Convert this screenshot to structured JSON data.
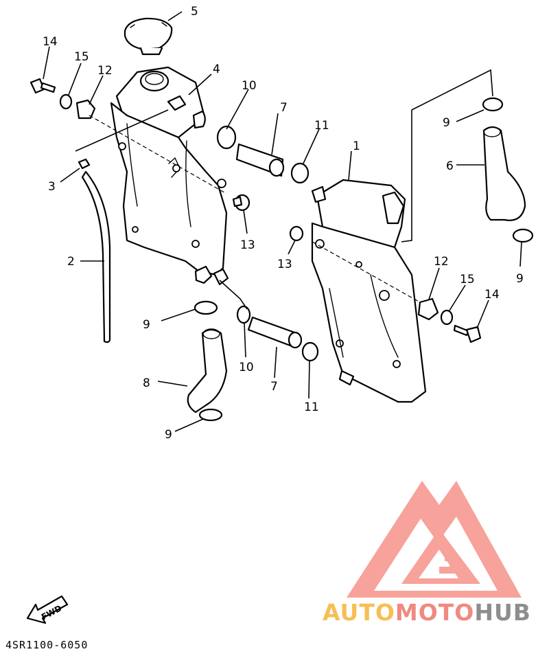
{
  "diagram": {
    "code": "4SR1100-6050",
    "fwd_label": "FWD",
    "callouts": {
      "c1": "1",
      "c2": "2",
      "c3": "3",
      "c4": "4",
      "c5": "5",
      "c6": "6",
      "c7a": "7",
      "c7b": "7",
      "c8": "8",
      "c9a": "9",
      "c9b": "9",
      "c9c": "9",
      "c9d": "9",
      "c10a": "10",
      "c10b": "10",
      "c11a": "11",
      "c11b": "11",
      "c12a": "12",
      "c12b": "12",
      "c13a": "13",
      "c13b": "13",
      "c14a": "14",
      "c14b": "14",
      "c15a": "15",
      "c15b": "15"
    }
  },
  "watermark": {
    "part1": "AUTO",
    "part2": "MOTO",
    "part3": "HUB",
    "colors": {
      "auto": "#f6bf55",
      "moto": "#f08a80",
      "hub": "#8e8e8e",
      "logo": "#f7a29a"
    }
  }
}
